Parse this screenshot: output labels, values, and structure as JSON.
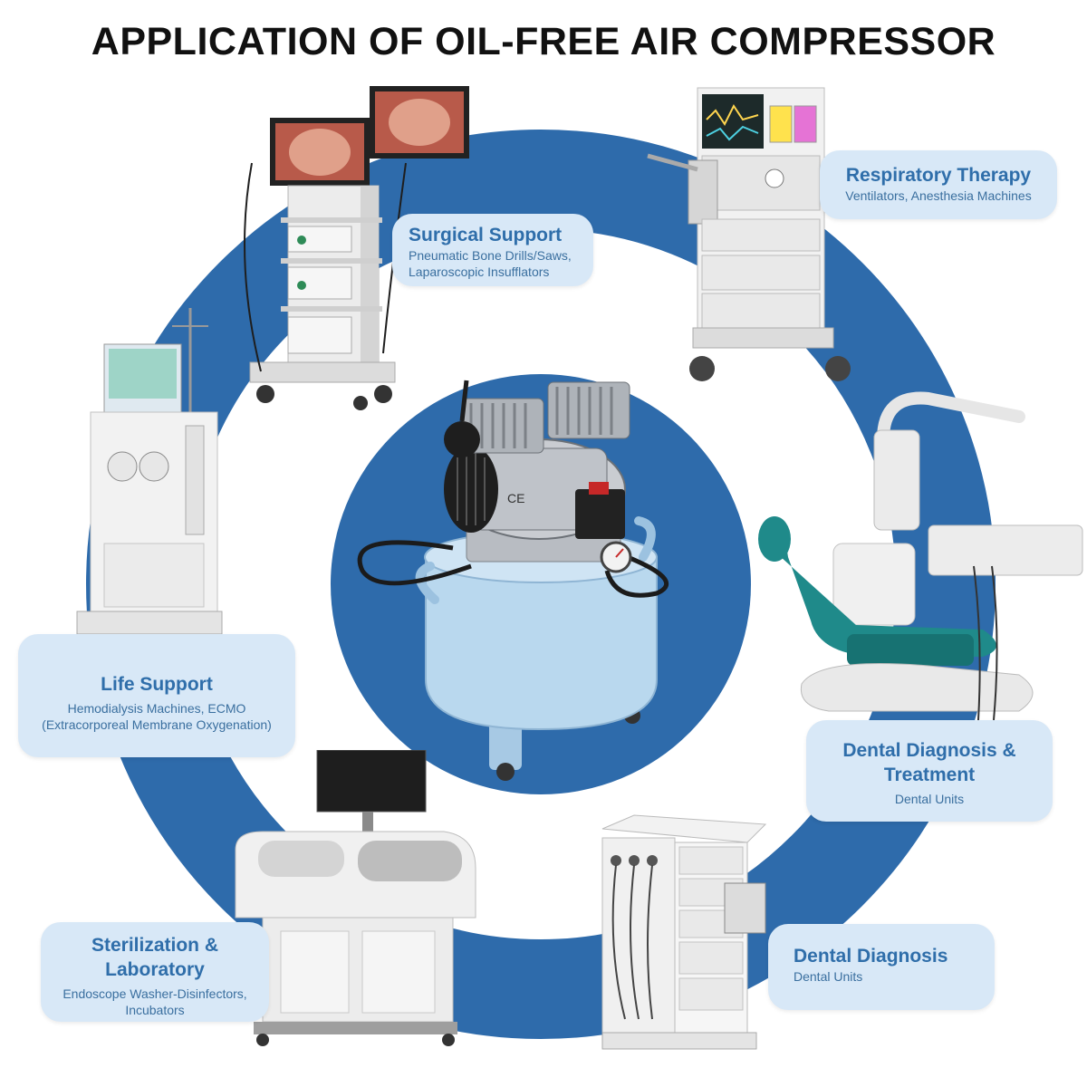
{
  "title": "APPLICATION OF OIL-FREE AIR COMPRESSOR",
  "colors": {
    "ring": "#2e6bab",
    "card_bg": "#d8e8f7",
    "card_title": "#2f6eaa",
    "tank": "#b9d8ee"
  },
  "center": {
    "device": "oil-free-air-compressor"
  },
  "applications": [
    {
      "title_lines": [
        "Surgical Support"
      ],
      "subtitle_lines": [
        "Pneumatic Bone Drills/Saws,",
        "Laparoscopic Insufflators"
      ],
      "device": "laparoscopic-tower"
    },
    {
      "title_lines": [
        "Respiratory Therapy"
      ],
      "subtitle_lines": [
        "Ventilators, Anesthesia Machines"
      ],
      "device": "anesthesia-machine"
    },
    {
      "title_lines": [
        "Life Support"
      ],
      "subtitle_lines": [
        "Hemodialysis Machines, ECMO",
        "(Extracorporeal Membrane Oxygenation)"
      ],
      "device": "hemodialysis-machine"
    },
    {
      "title_lines": [
        "Dental Diagnosis &",
        "Treatment"
      ],
      "subtitle_lines": [
        "Dental Units"
      ],
      "device": "dental-chair"
    },
    {
      "title_lines": [
        "Sterilization &",
        "Laboratory"
      ],
      "subtitle_lines": [
        "Endoscope Washer-Disinfectors,",
        "Incubators"
      ],
      "device": "endoscope-washer"
    },
    {
      "title_lines": [
        "Dental Diagnosis"
      ],
      "subtitle_lines": [
        "Dental Units"
      ],
      "device": "dental-cart"
    }
  ]
}
